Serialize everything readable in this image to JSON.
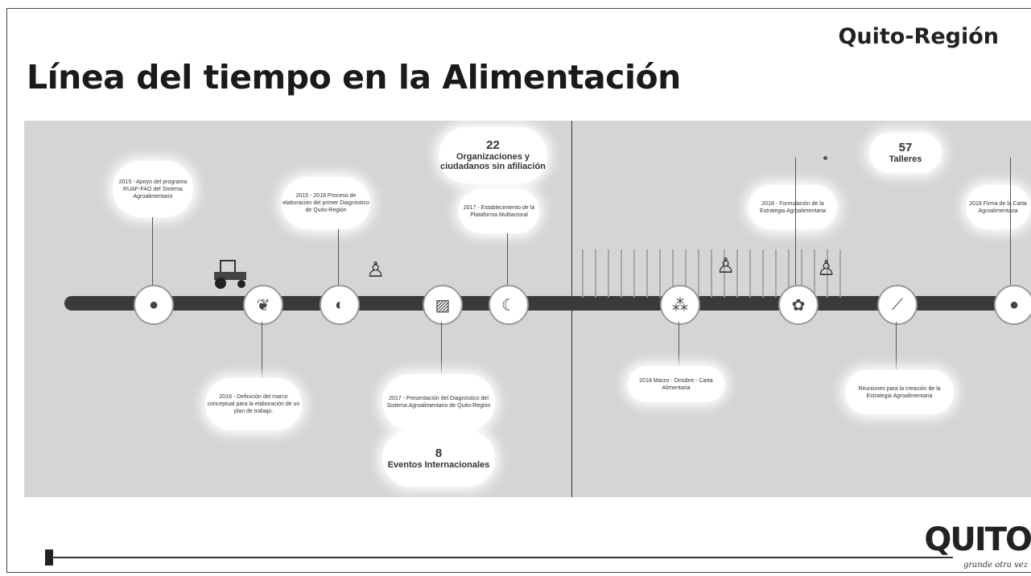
{
  "header": {
    "region": "Quito-Región",
    "title": "Línea del tiempo en la Alimentación"
  },
  "left_panel": {
    "events_top": [
      {
        "id": "e2015",
        "text": "2015 - Apoyo del programa RUAF-FAO del Sistema Agroalimentario"
      },
      {
        "id": "e2015b",
        "text": "2015 - 2018 Proceso de elaboración del primer Diagnóstico de Quito-Región"
      },
      {
        "id": "e2017a",
        "text": "2017 - Establecimiento de la Plataforma Multiactoral"
      }
    ],
    "events_bottom": [
      {
        "id": "e2016",
        "text": "2016 - Definición del marco conceptual para la elaboración de un plan de trabajo."
      },
      {
        "id": "e2017b",
        "text": "2017 - Presentación del Diagnóstico del Sistema Agroalimentario de Quito-Región"
      }
    ],
    "stat_orgs": {
      "number": "22",
      "label": "Organizaciones y ciudadanos sin afiliación"
    },
    "stat_events": {
      "number": "8",
      "label": "Eventos Internacionales"
    }
  },
  "right_panel": {
    "events_top": [
      {
        "id": "e2018a",
        "text": "2018 - Formulación de la Estrategia Agroalimentaria"
      },
      {
        "id": "e2018c",
        "text": "2018 Firma de la Carta Agroalimentaria"
      }
    ],
    "events_bottom": [
      {
        "id": "e2018b",
        "text": "2018 Marzo - Octubre - Carta Alimentaria"
      },
      {
        "id": "e2018d",
        "text": "Reuniones para la creación de la Estrategia Agroalimentaria"
      }
    ],
    "stat_talleres": {
      "number": "57",
      "label": "Talleres"
    }
  },
  "footer": {
    "logo": "QUITO",
    "tagline": "grande otra vez"
  },
  "icons": [
    "apple-icon",
    "wheat-icon",
    "avocado-icon",
    "corn-icon",
    "banana-icon",
    "berries-icon",
    "cabbage-icon",
    "carrot-icon",
    "tomato-icon",
    "tractor-icon",
    "farmer-icon"
  ]
}
